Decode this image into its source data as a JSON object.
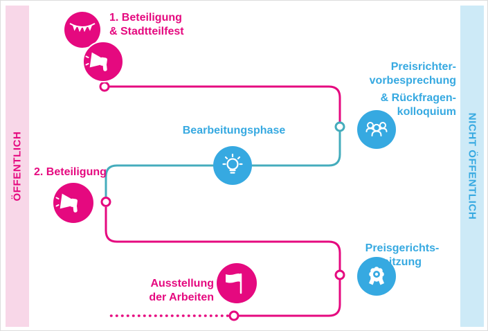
{
  "bands": {
    "left": {
      "label": "ÖFFENTLICH"
    },
    "right": {
      "label": "NICHT ÖFFENTLICH"
    }
  },
  "steps": {
    "participation1": {
      "line1": "1. Beteiligung",
      "line2": "& Stadtteilfest",
      "icons": [
        "bunting-icon",
        "megaphone-icon"
      ]
    },
    "jury_briefing": {
      "line1": "Preisrichter-",
      "line2": "vorbesprechung",
      "line3": "& Rückfragen-",
      "line4": "kolloquium",
      "icon": "people-group-icon"
    },
    "working_phase": {
      "label": "Bearbeitungsphase",
      "icon": "lightbulb-icon"
    },
    "participation2": {
      "label": "2. Beteiligung",
      "icon": "megaphone-icon"
    },
    "jury_session": {
      "line1": "Preisgerichts-",
      "line2": "sitzung",
      "icon": "award-rosette-icon"
    },
    "exhibition": {
      "line1": "Ausstellung",
      "line2": "der Arbeiten",
      "icon": "flag-icon"
    }
  },
  "colors": {
    "pink": "#e5097f",
    "blue": "#36a9e1",
    "teal": "#44acbc",
    "band_pink_bg": "#f8d7e8",
    "band_blue_bg": "#cdeaf7",
    "background": "#ffffff"
  }
}
